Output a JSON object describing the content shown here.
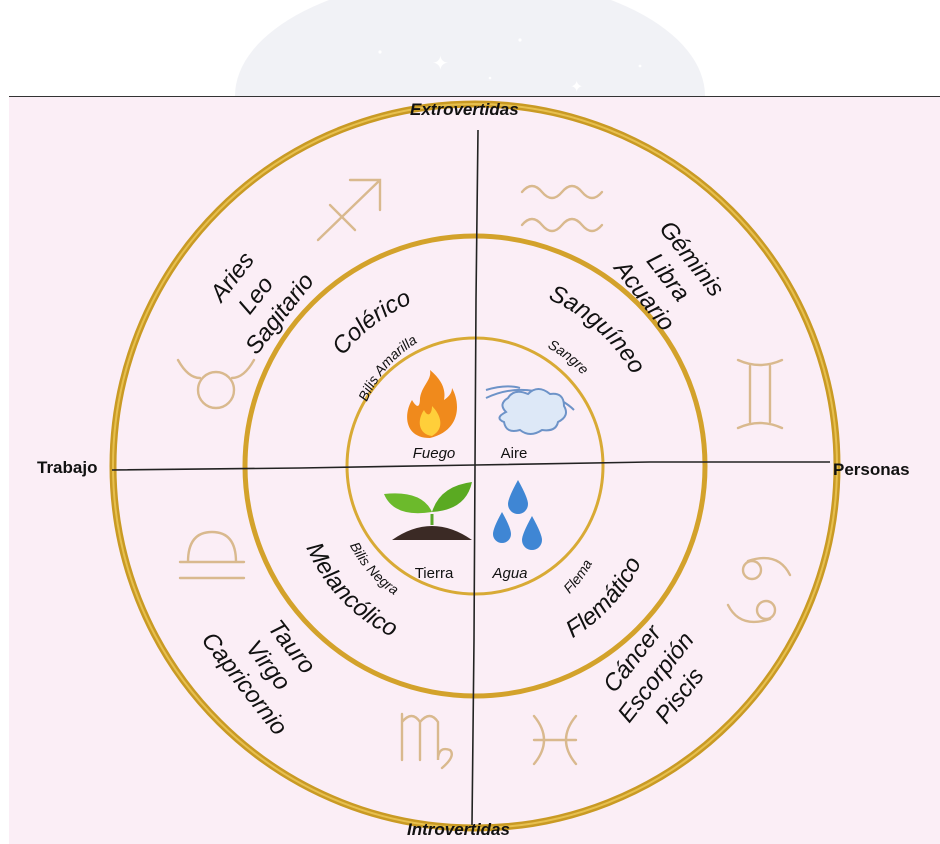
{
  "axes": {
    "top": "Extrovertidas",
    "bottom": "Introvertidas",
    "left": "Trabajo",
    "right": "Personas"
  },
  "quadrants": {
    "top_left": {
      "signs": [
        "Aries",
        "Leo",
        "Sagitario"
      ],
      "temperament": "Colérico",
      "humor": "Bilis Amarilla",
      "element": "Fuego",
      "icon": "fire-icon"
    },
    "top_right": {
      "signs": [
        "Géminis",
        "Libra",
        "Acuario"
      ],
      "temperament": "Sanguíneo",
      "humor": "Sangre",
      "element": "Aire",
      "icon": "wind-cloud-icon"
    },
    "bottom_left": {
      "signs": [
        "Tauro",
        "Virgo",
        "Capricornio"
      ],
      "temperament": "Melancólico",
      "humor": "Bilis Negra",
      "element": "Tierra",
      "icon": "sprout-icon"
    },
    "bottom_right": {
      "signs": [
        "Cáncer",
        "Escorpión",
        "Piscis"
      ],
      "temperament": "Flemático",
      "humor": "Flema",
      "element": "Agua",
      "icon": "water-drops-icon"
    }
  },
  "zodiac_glyphs": [
    "sagittarius-icon",
    "aquarius-icon",
    "taurus-icon",
    "gemini-icon",
    "libra-icon",
    "cancer-icon",
    "virgo-icon",
    "pisces-icon"
  ],
  "colors": {
    "background": "#fbeef6",
    "gold": "#d8a52a",
    "glyph": "#d9b98e"
  }
}
